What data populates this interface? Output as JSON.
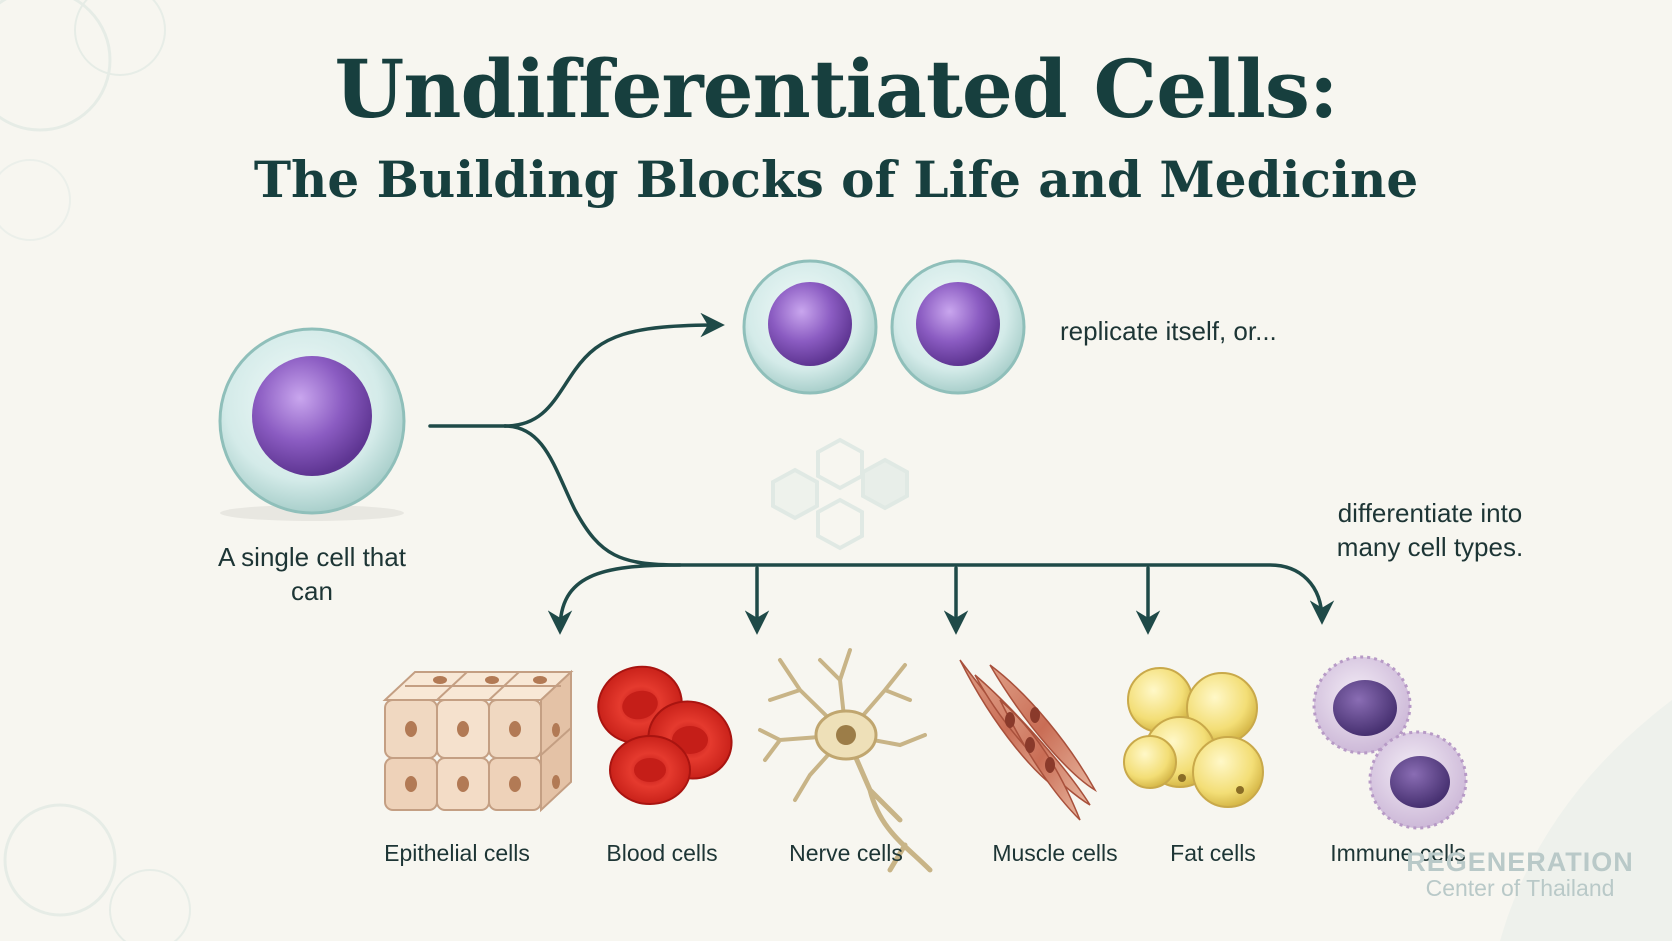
{
  "title": "Undifferentiated Cells:",
  "subtitle": "The Building Blocks of Life and Medicine",
  "single_cell_text_line1": "A single cell that",
  "single_cell_text_line2": "can",
  "replicate_text": "replicate itself, or...",
  "differentiate_text_line1": "differentiate into",
  "differentiate_text_line2": "many cell types.",
  "cell_types": [
    {
      "label": "Epithelial cells"
    },
    {
      "label": "Blood cells"
    },
    {
      "label": "Nerve cells"
    },
    {
      "label": "Muscle cells"
    },
    {
      "label": "Fat cells"
    },
    {
      "label": "Immune cells"
    }
  ],
  "watermark": {
    "line1": "REGENERATION",
    "line2": "Center of Thailand"
  },
  "colors": {
    "title": "#173f3e",
    "arrow": "#1f4a48",
    "nucleus": "#8a5cc0",
    "cytoplasm": "#cfe8e6",
    "background": "#f7f6f0"
  }
}
